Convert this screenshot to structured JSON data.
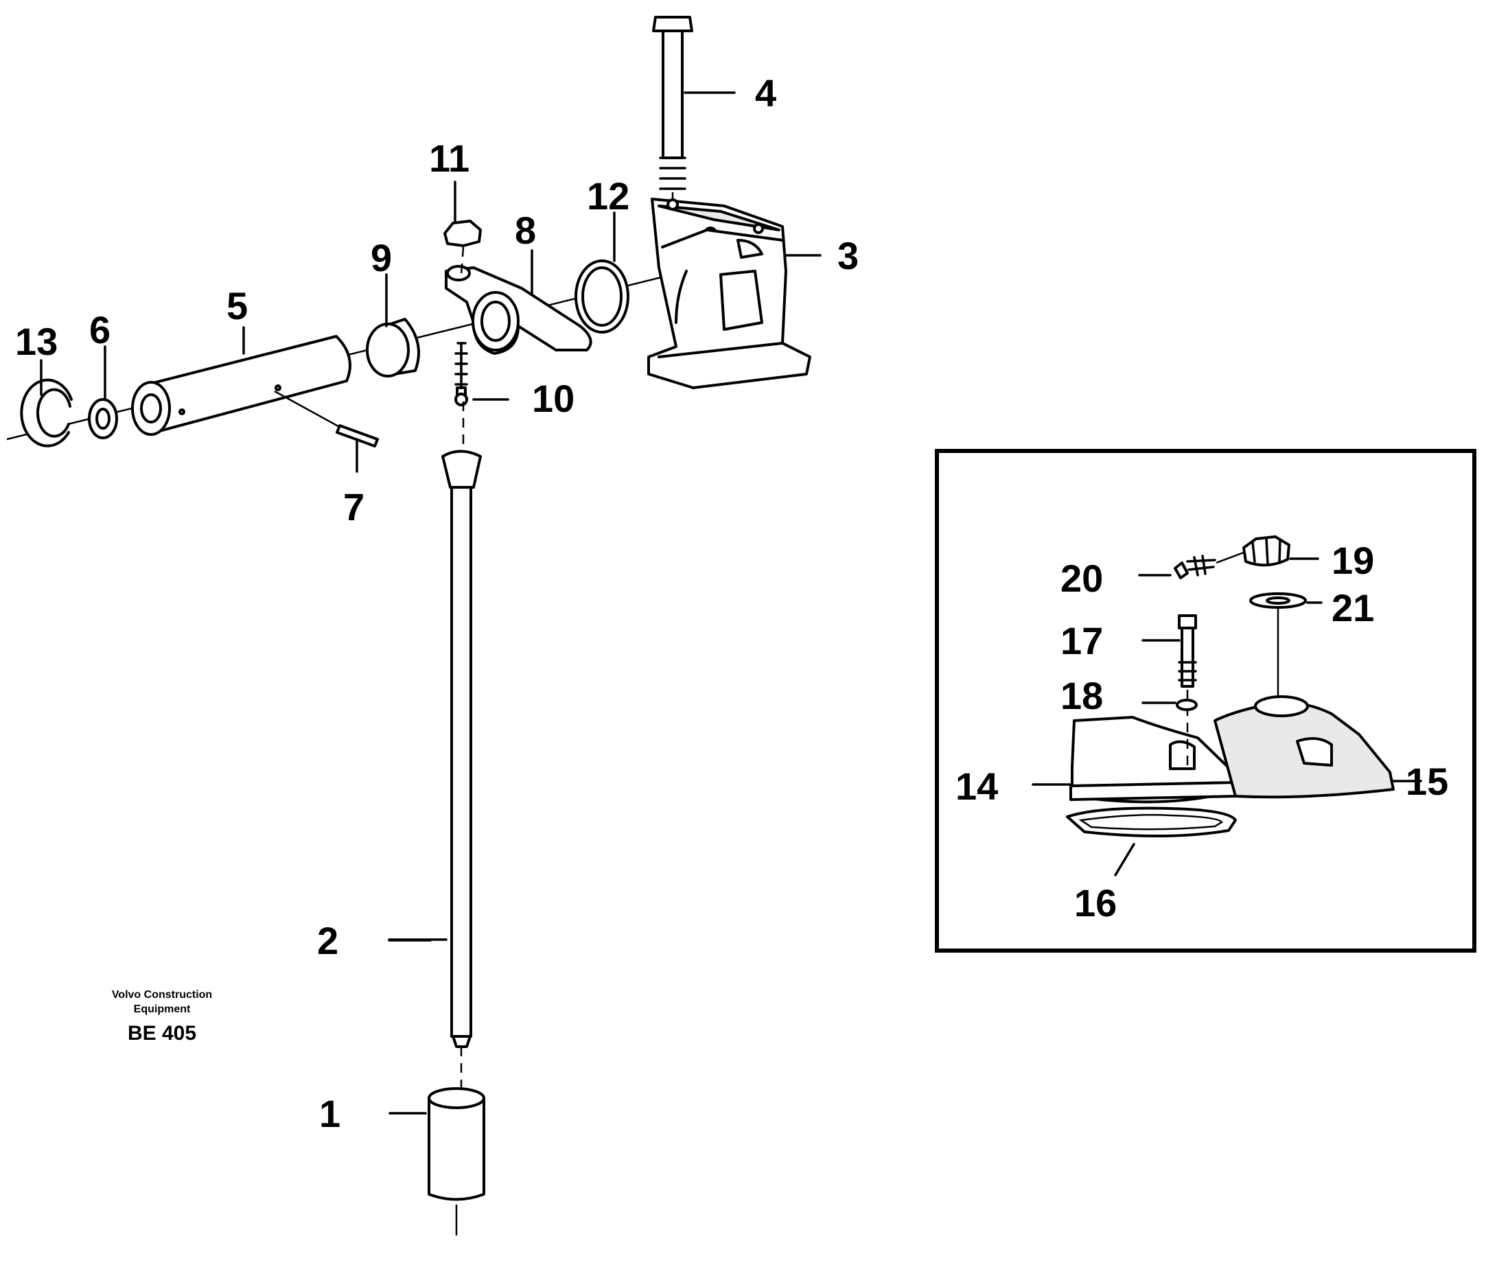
{
  "callouts": {
    "c1": "1",
    "c2": "2",
    "c3": "3",
    "c4": "4",
    "c5": "5",
    "c6": "6",
    "c7": "7",
    "c8": "8",
    "c9": "9",
    "c10": "10",
    "c11": "11",
    "c12": "12",
    "c13": "13",
    "c14": "14",
    "c15": "15",
    "c16": "16",
    "c17": "17",
    "c18": "18",
    "c19": "19",
    "c20": "20",
    "c21": "21"
  },
  "credit": {
    "line1": "Volvo Construction",
    "line2": "Equipment",
    "code": "BE 405"
  }
}
